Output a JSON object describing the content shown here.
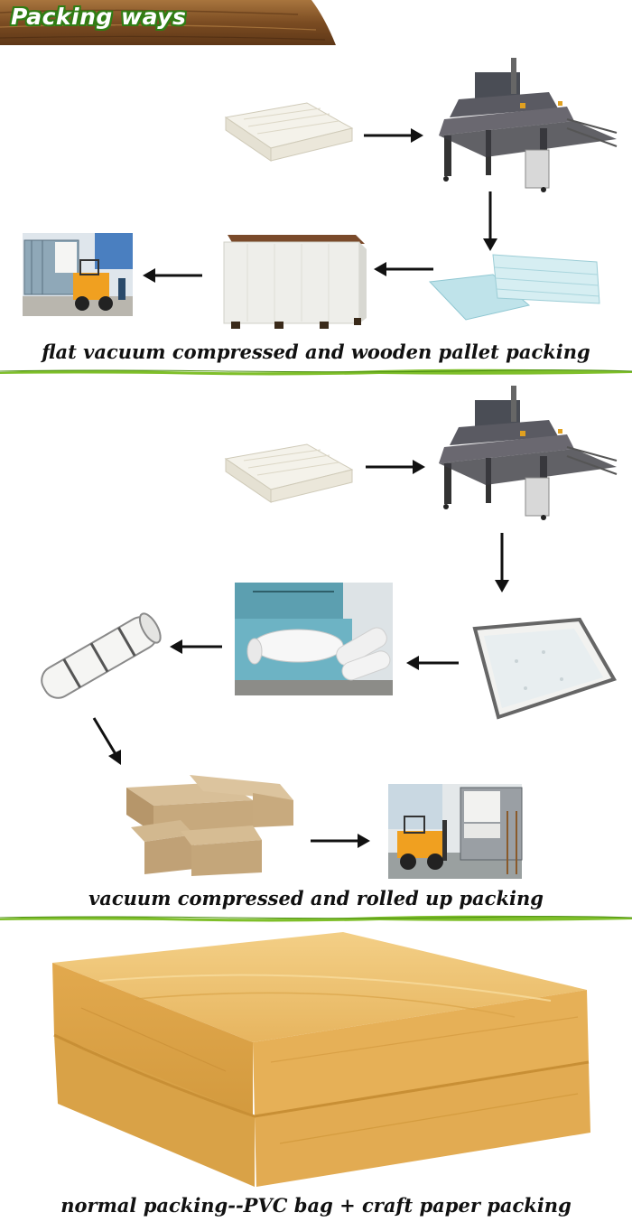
{
  "header": {
    "title": "Packing ways"
  },
  "sections": [
    {
      "caption": "flat vacuum compressed and wooden pallet packing"
    },
    {
      "caption": "vacuum compressed and rolled up packing"
    },
    {
      "caption": "normal packing--PVC bag + craft paper packing"
    }
  ],
  "icons": [
    "mattress",
    "compress-machine",
    "vacuum-sheets",
    "wooden-pallet",
    "forklift-truck",
    "rolled-mattress",
    "rolling-machine",
    "vacuum-bag",
    "carton-boxes",
    "arrow"
  ],
  "colors": {
    "banner_wood": "#8a5a2b",
    "banner_green": "#2f7d14",
    "divider_green": "#7fbf2a",
    "pvc_yellow": "#e9b861"
  }
}
